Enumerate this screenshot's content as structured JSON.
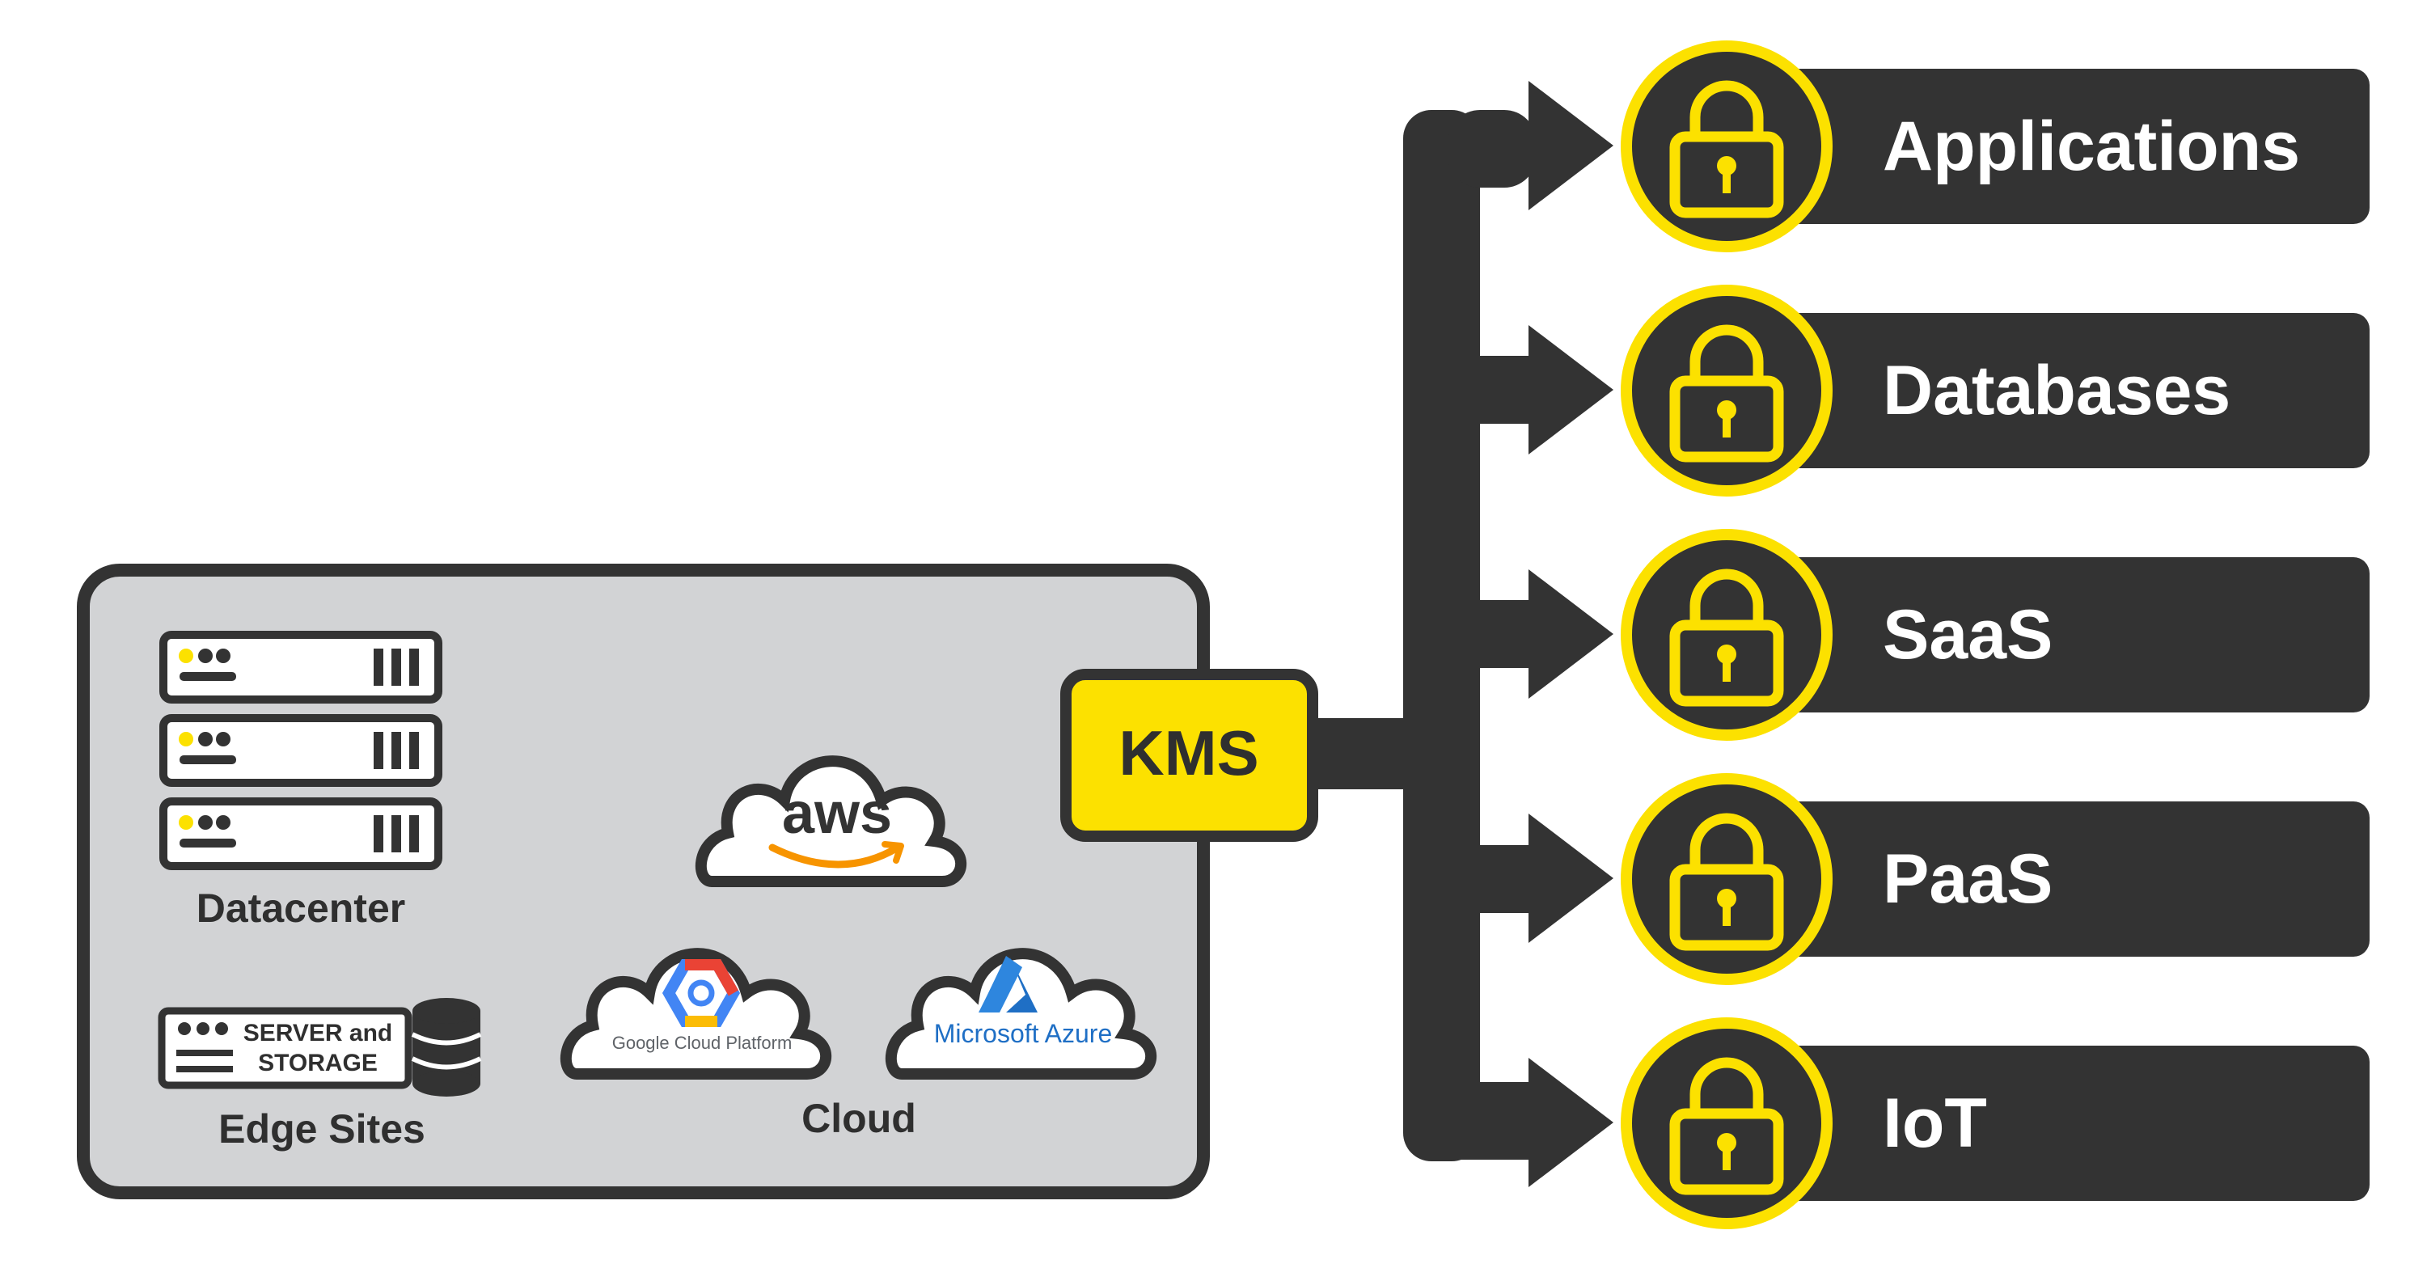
{
  "colors": {
    "dark": "#333333",
    "panel_bg": "#d2d3d5",
    "accent_yellow": "#fce100",
    "white": "#ffffff",
    "aws_orange": "#f79400",
    "azure_blue": "#1f6fc5"
  },
  "on_prem": {
    "datacenter_label": "Datacenter",
    "edge_label": "Edge Sites",
    "server_label_line1": "SERVER and",
    "server_label_line2": "STORAGE",
    "cloud_label": "Cloud"
  },
  "clouds": {
    "aws_text": "aws",
    "gcp_text": "Google Cloud Platform",
    "azure_text": "Microsoft Azure"
  },
  "kms": {
    "label": "KMS"
  },
  "targets": [
    {
      "label": "Applications",
      "icon": "padlock-icon"
    },
    {
      "label": "Databases",
      "icon": "padlock-icon"
    },
    {
      "label": "SaaS",
      "icon": "padlock-icon"
    },
    {
      "label": "PaaS",
      "icon": "padlock-icon"
    },
    {
      "label": "IoT",
      "icon": "padlock-icon"
    }
  ]
}
